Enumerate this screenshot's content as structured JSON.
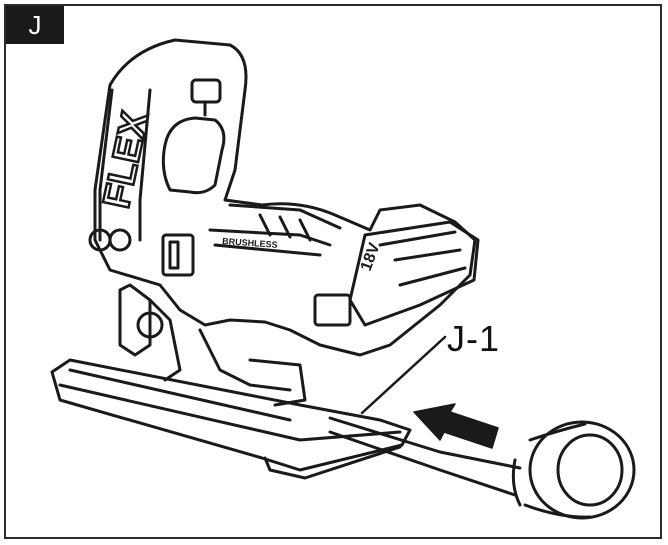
{
  "figure": {
    "badge_label": "J",
    "callout_label": "J-1",
    "brand_text": "FLEX",
    "battery_text": "18V",
    "motor_text": "BRUSHLESS",
    "tool": "cordless jigsaw with dust extraction adapter",
    "icons": [
      "jigsaw-illustration",
      "dust-adapter",
      "insert-arrow-icon",
      "leader-line"
    ]
  }
}
